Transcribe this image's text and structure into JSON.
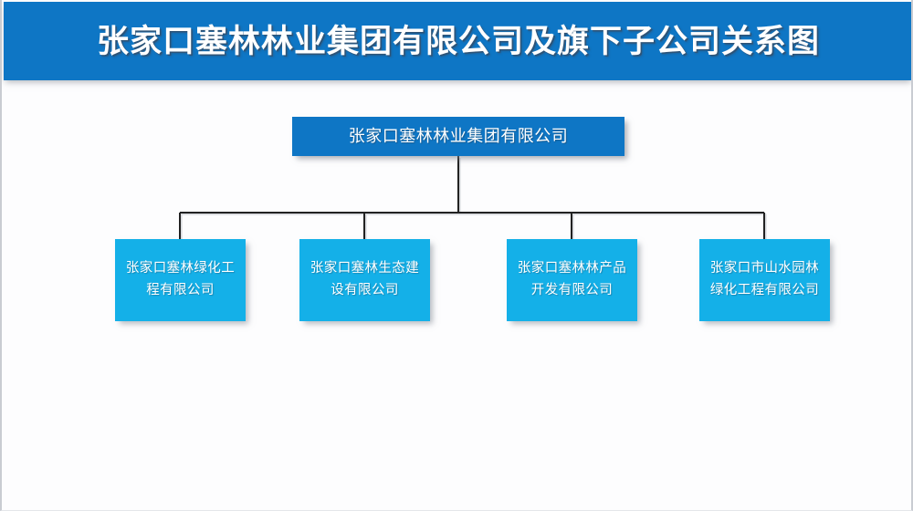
{
  "header": {
    "title": "张家口塞林林业集团有限公司及旗下子公司关系图",
    "background_color": "#0E76C5",
    "text_color": "#FFFFFF"
  },
  "chart_data": {
    "type": "diagram",
    "diagram_type": "organizational-chart",
    "title": "张家口塞林林业集团有限公司及旗下子公司关系图",
    "orientation": "top-down",
    "root": {
      "id": "root",
      "label": "张家口塞林林业集团有限公司",
      "level": 0,
      "fill_color": "#0E76C5",
      "text_color": "#FFFFFF"
    },
    "children": [
      {
        "id": "child-0",
        "label": "张家口塞林绿化工程有限公司",
        "level": 1,
        "parent": "root",
        "fill_color": "#14B0E8",
        "text_color": "#FFFFFF"
      },
      {
        "id": "child-1",
        "label": "张家口塞林生态建设有限公司",
        "level": 1,
        "parent": "root",
        "fill_color": "#14B0E8",
        "text_color": "#FFFFFF"
      },
      {
        "id": "child-2",
        "label": "张家口塞林林产品开发有限公司",
        "level": 1,
        "parent": "root",
        "fill_color": "#14B0E8",
        "text_color": "#FFFFFF"
      },
      {
        "id": "child-3",
        "label": "张家口市山水园林绿化工程有限公司",
        "level": 1,
        "parent": "root",
        "fill_color": "#14B0E8",
        "text_color": "#FFFFFF"
      }
    ],
    "edges": [
      {
        "from": "root",
        "to": "child-0"
      },
      {
        "from": "root",
        "to": "child-1"
      },
      {
        "from": "root",
        "to": "child-2"
      },
      {
        "from": "root",
        "to": "child-3"
      }
    ],
    "connector_color": "#222222",
    "background_color": "#FDFDFE"
  }
}
